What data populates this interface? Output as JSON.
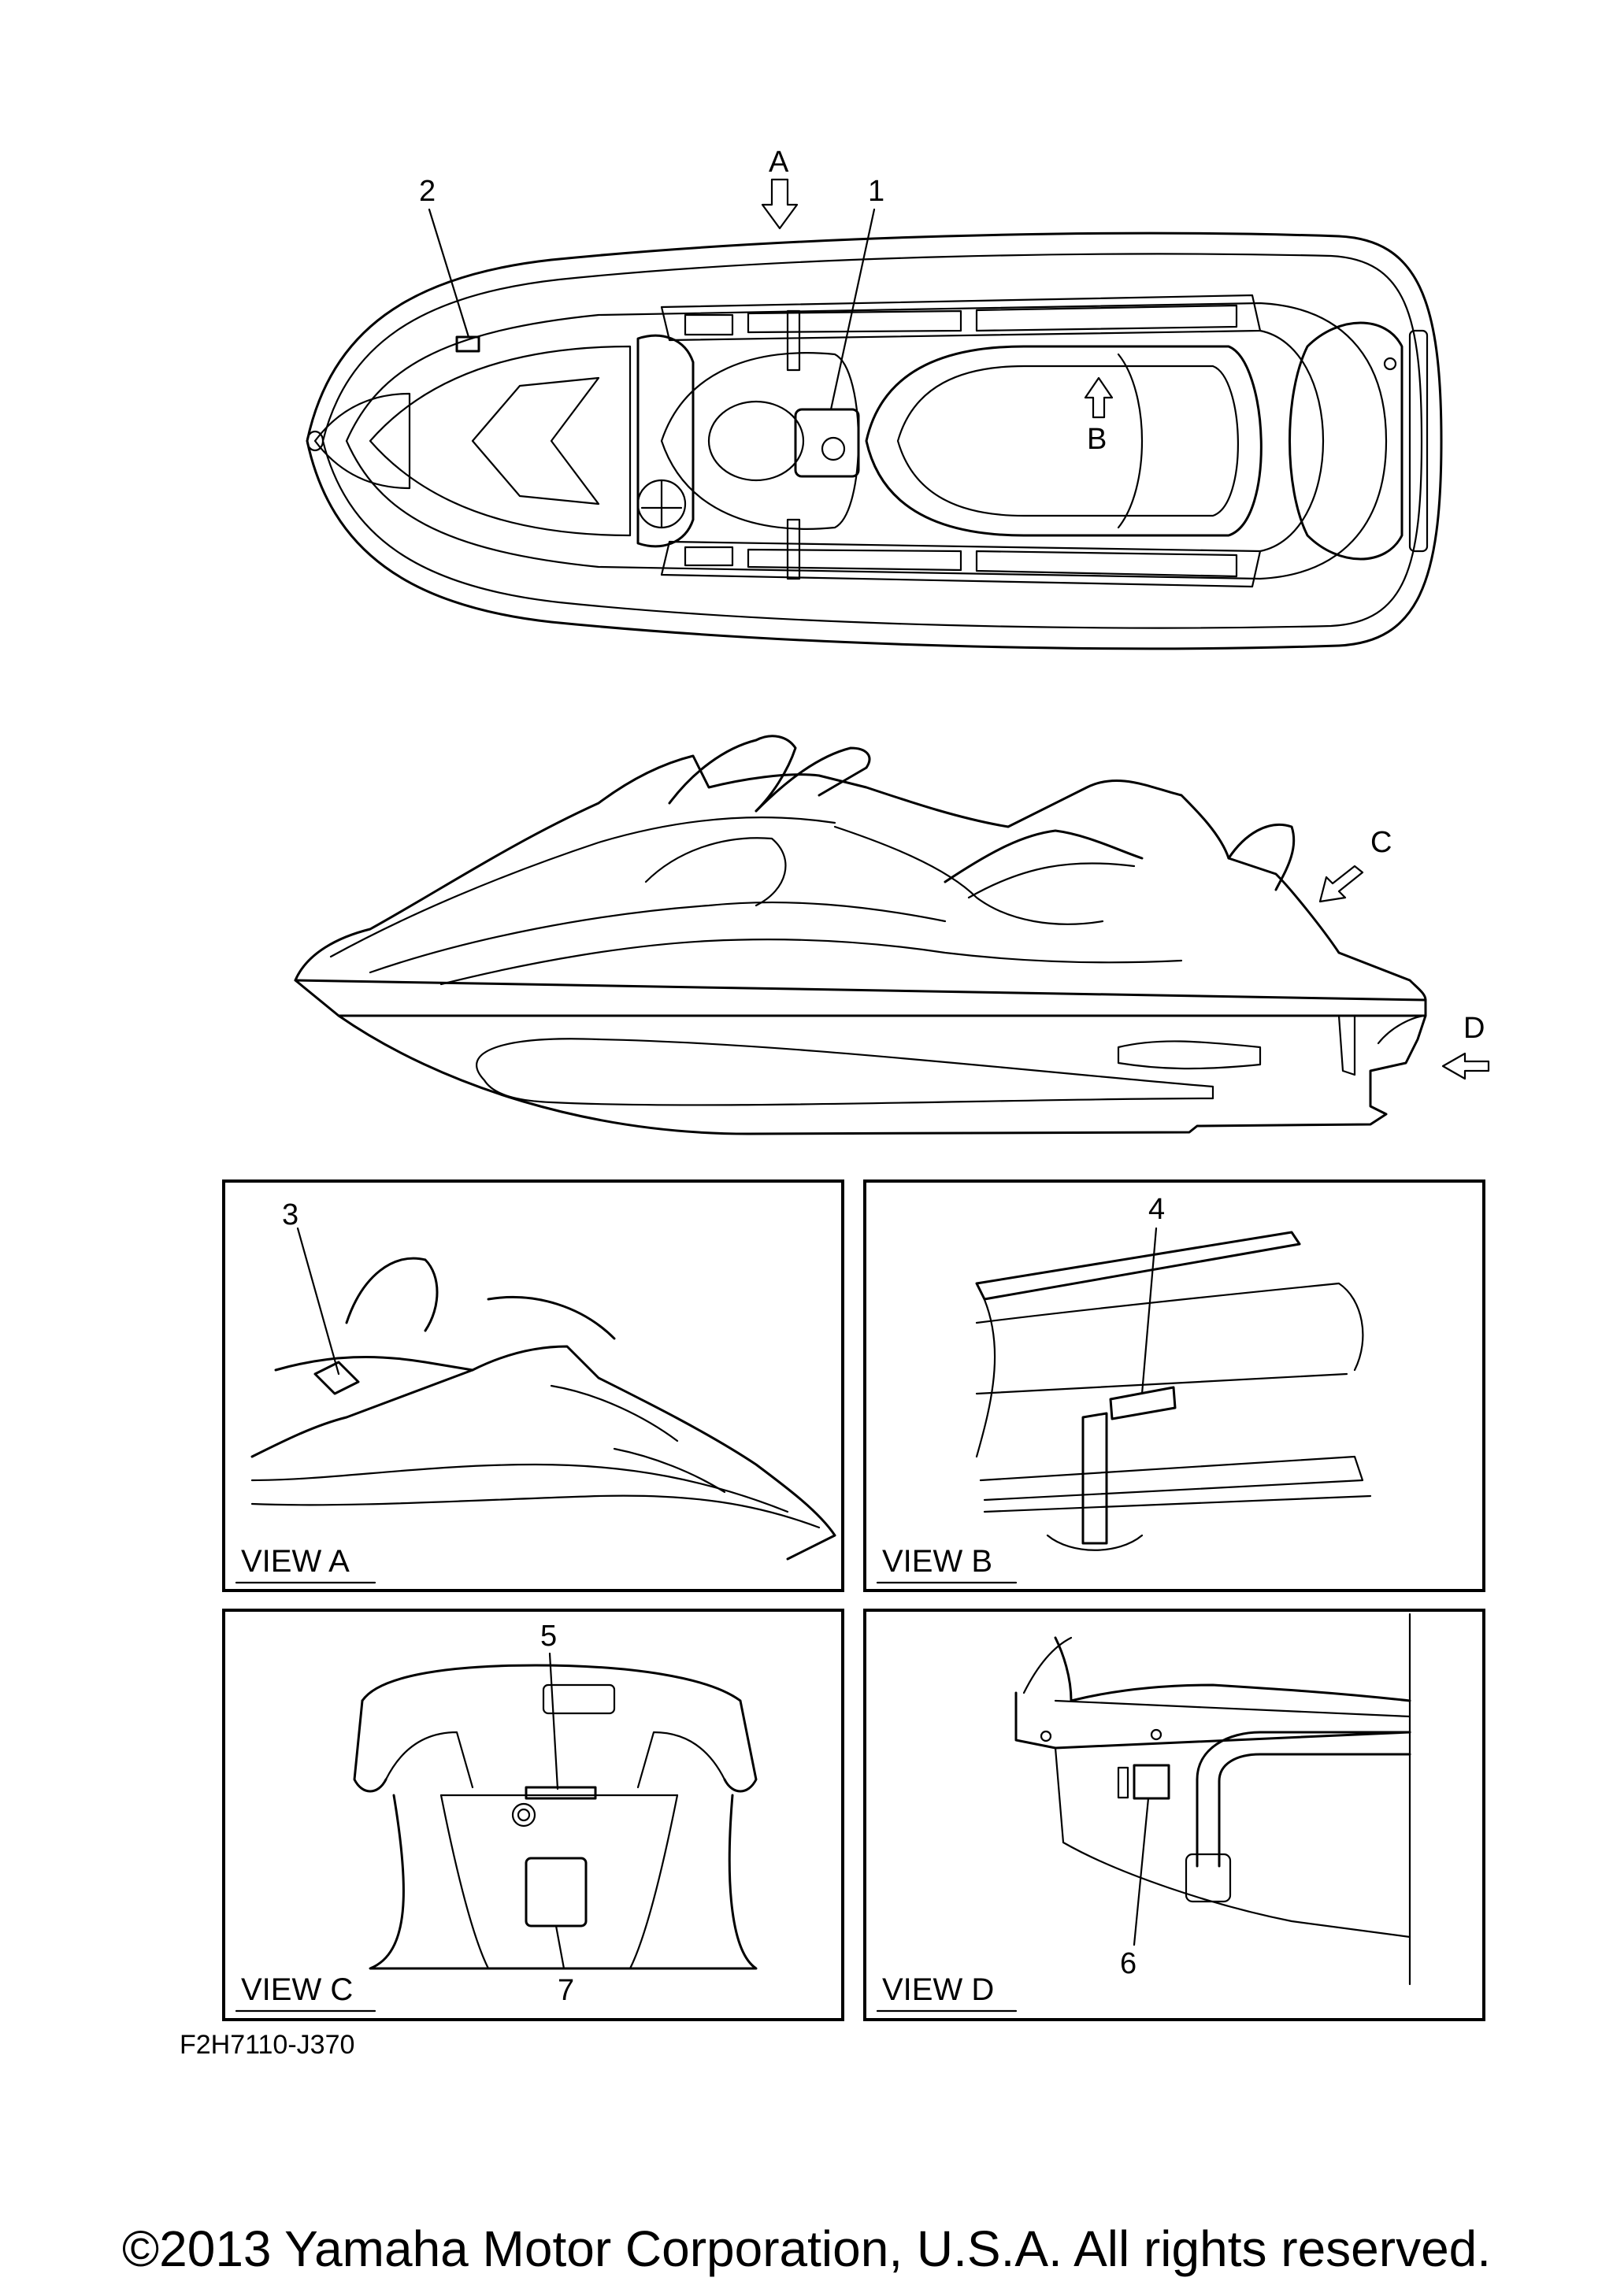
{
  "callouts": {
    "c1": "1",
    "c2": "2",
    "c3": "3",
    "c4": "4",
    "c5": "5",
    "c6": "6",
    "c7": "7"
  },
  "view_arrows": {
    "a": "A",
    "b": "B",
    "c": "C",
    "d": "D"
  },
  "views": {
    "view_a": "VIEW A",
    "view_b": "VIEW B",
    "view_c": "VIEW C",
    "view_d": "VIEW D"
  },
  "diagram_code": "F2H7110-J370",
  "copyright": "©2013 Yamaha Motor Corporation, U.S.A. All rights reserved."
}
